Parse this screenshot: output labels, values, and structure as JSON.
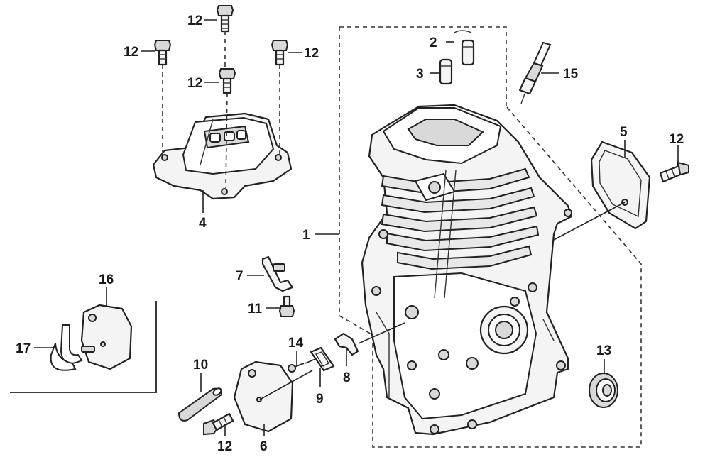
{
  "diagram": {
    "callouts": [
      {
        "id": "c12a",
        "text": "12"
      },
      {
        "id": "c12b",
        "text": "12"
      },
      {
        "id": "c12c",
        "text": "12"
      },
      {
        "id": "c12d",
        "text": "12"
      },
      {
        "id": "c12e",
        "text": "12"
      },
      {
        "id": "c12f",
        "text": "12"
      },
      {
        "id": "c1",
        "text": "1"
      },
      {
        "id": "c2",
        "text": "2"
      },
      {
        "id": "c3",
        "text": "3"
      },
      {
        "id": "c4",
        "text": "4"
      },
      {
        "id": "c5",
        "text": "5"
      },
      {
        "id": "c6",
        "text": "6"
      },
      {
        "id": "c7",
        "text": "7"
      },
      {
        "id": "c8",
        "text": "8"
      },
      {
        "id": "c9",
        "text": "9"
      },
      {
        "id": "c10",
        "text": "10"
      },
      {
        "id": "c11",
        "text": "11"
      },
      {
        "id": "c13",
        "text": "13"
      },
      {
        "id": "c14",
        "text": "14"
      },
      {
        "id": "c15",
        "text": "15"
      },
      {
        "id": "c16",
        "text": "16"
      },
      {
        "id": "c17",
        "text": "17"
      }
    ]
  }
}
